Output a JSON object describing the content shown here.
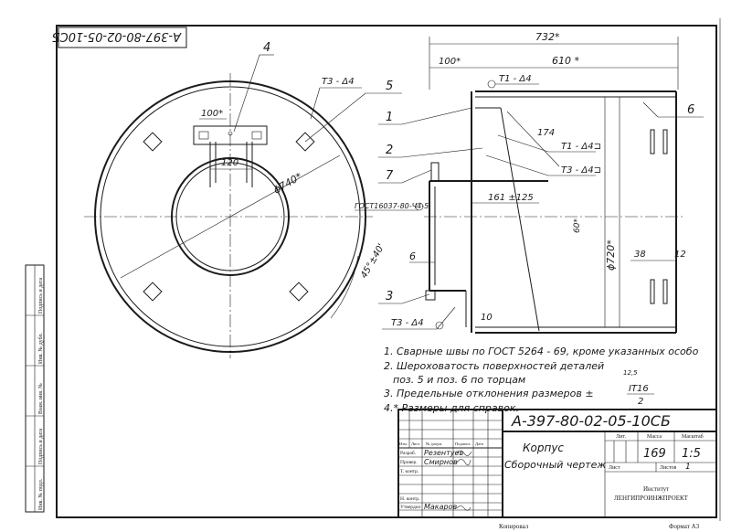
{
  "drawing": {
    "code_stamp_top": "А-397-80-02-05-10СБ",
    "code_title_block": "А-397-80-02-05-10СБ",
    "title_name": "Корпус",
    "title_subtitle": "Сборочный чертеж",
    "institute_line1": "Институт",
    "institute_line2": "ЛЕНГИПРОИНЖПРОЕКТ",
    "format_label": "Формат А3",
    "copy_label": "Копировал"
  },
  "dimensions": {
    "d732": "732*",
    "d100_top": "100*",
    "d610": "610 *",
    "d174": "174",
    "d161": "161 ±125",
    "d100_left": "100*",
    "d120": "120",
    "phi740": "ϕ740*",
    "phi720": "ϕ720*",
    "d45": "45°±40'",
    "d6": "6",
    "d38": "38",
    "d12": "12",
    "d10": "10",
    "d60": "60*",
    "gost_mark": "ГОСТ16037-80-Ч4-5"
  },
  "weld_marks": {
    "t3_d4_left": "Т3 - Δ4",
    "t1_d4_top": "Т1 - Δ4",
    "t1_d4_mid": "Т1 - Δ4⊐",
    "t3_d4_mid": "Т3 - Δ4⊐",
    "t3_d4_bottom": "Т3 - Δ4"
  },
  "callouts": {
    "p1": "1",
    "p2": "2",
    "p3": "3",
    "p4": "4",
    "p5": "5",
    "p6": "6",
    "p7": "7"
  },
  "notes": [
    "1. Сварные швы по ГОСТ 5264 - 69, кроме указанных особо",
    "2. Шероховатость поверхностей деталей",
    "поз. 5 и поз. 6      по торцам",
    "3. Предельные отклонения размеров ±",
    "4.* Размеры для справок."
  ],
  "note3_fraction": {
    "numerator": "IT16",
    "denominator": "2"
  },
  "roughness": "12,5",
  "title_block": {
    "col_headers": [
      "Изм.",
      "Лист",
      "№ докум.",
      "Подпись",
      "Дата"
    ],
    "roles": [
      "Разраб.",
      "Провер.",
      "Т. контр.",
      "",
      "Н. контр.",
      "Утвердил"
    ],
    "names": [
      "Резентуев",
      "Смирнов",
      "",
      "",
      "",
      "Макаров"
    ],
    "lit_label": "Лит.",
    "mass_label": "Масса",
    "scale_label": "Масштаб",
    "mass_value": "169",
    "scale_value": "1:5",
    "sheet_label": "Лист",
    "sheets_label": "Листов",
    "sheets_value": "1"
  },
  "side_strip": [
    "Инв. № подл.",
    "Подпись и дата",
    "Взам. инв. №",
    "Инв. № дубл.",
    "Подпись и дата"
  ]
}
